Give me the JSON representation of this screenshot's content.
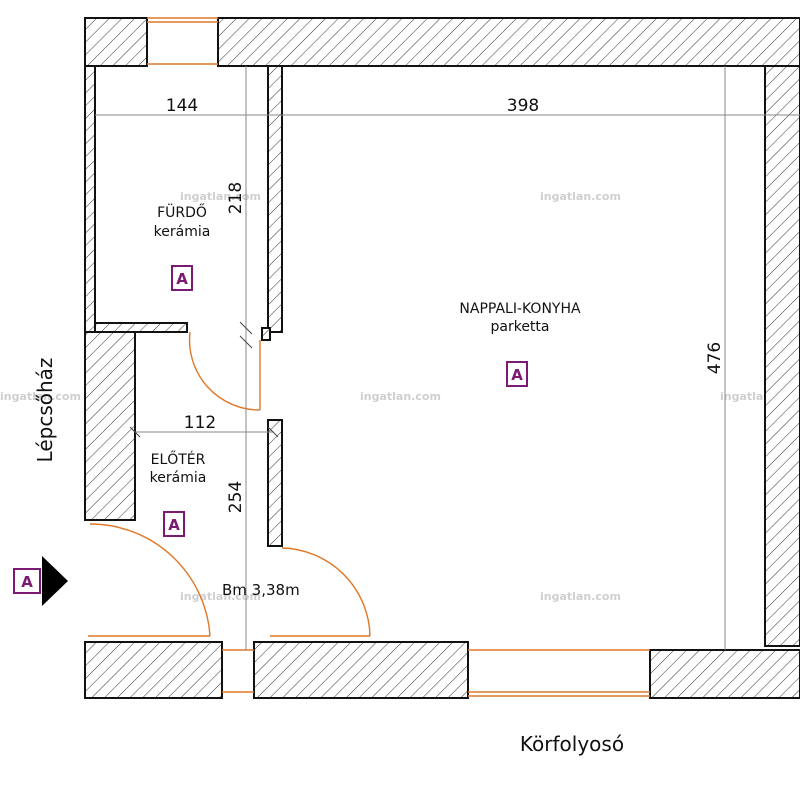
{
  "watermark": "ingatlan.com",
  "colors": {
    "door": "#e07828",
    "badge": "#7a1a72",
    "wall": "#111111"
  },
  "rooms": {
    "bathroom": {
      "name": "FÜRDŐ",
      "floor": "kerámia",
      "badge": "A"
    },
    "living": {
      "name": "NAPPALI-KONYHA",
      "floor": "parketta",
      "badge": "A"
    },
    "hall": {
      "name": "ELŐTÉR",
      "floor": "kerámia",
      "badge": "A"
    }
  },
  "dimensions": {
    "bath_width": "144",
    "living_width": "398",
    "bath_depth": "218",
    "hall_width": "112",
    "hall_depth": "254",
    "living_depth": "476"
  },
  "ceiling_height": "Bm 3,38m",
  "labels": {
    "stairwell": "Lépcsőház",
    "corridor": "Körfolyosó",
    "entrance_badge": "A"
  }
}
